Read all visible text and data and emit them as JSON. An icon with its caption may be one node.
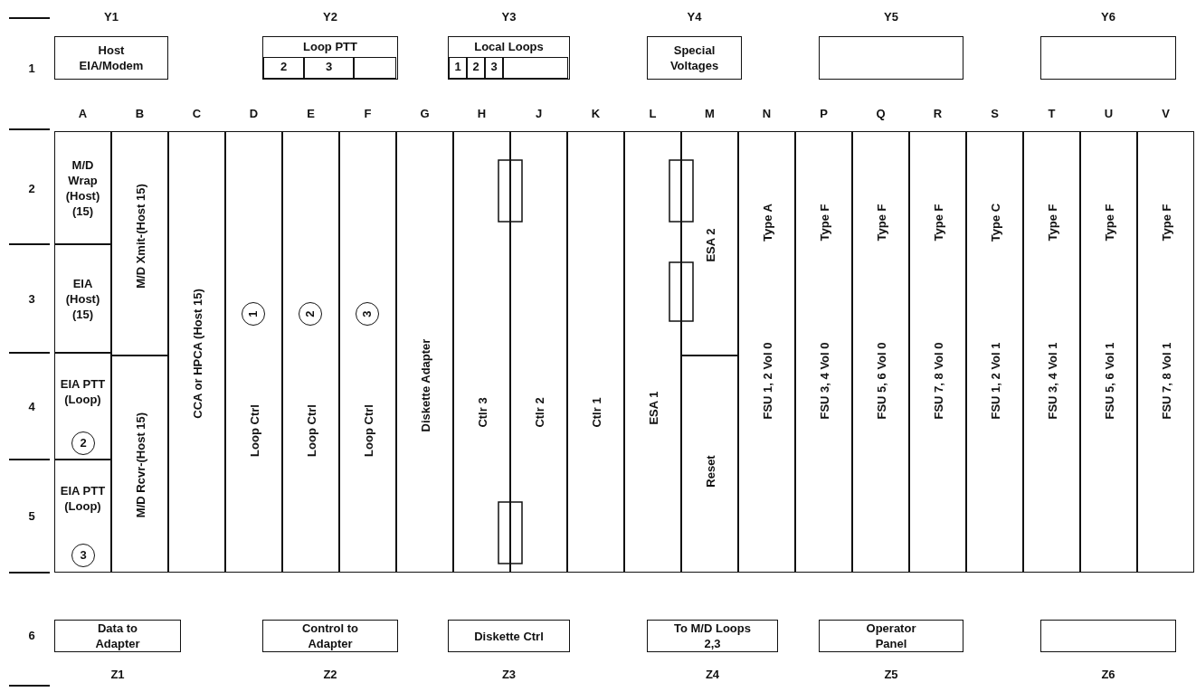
{
  "diagram": {
    "nodes": [
      {
        "text": [
          "Host EIA/Modem"
        ],
        "beside": [
          "Y1"
        ]
      },
      {
        "text": [
          "Loop PTT"
        ],
        "beside": [
          "Y2"
        ]
      },
      {
        "text": [
          "2"
        ],
        "in": 1
      },
      {
        "text": [
          "3"
        ],
        "in": 1
      },
      {
        "text": [],
        "shape": "box",
        "in": 1
      },
      {
        "text": [
          "Local Loops"
        ],
        "beside": [
          "Y3"
        ]
      },
      {
        "text": [
          "1"
        ],
        "in": 5
      },
      {
        "text": [
          "2"
        ],
        "in": 5
      },
      {
        "text": [
          "3"
        ],
        "in": 5
      },
      {
        "text": [],
        "shape": "box",
        "in": 5
      },
      {
        "text": [
          "Special Voltages"
        ],
        "beside": [
          "Y4"
        ]
      },
      {
        "text": [],
        "shape": "box",
        "beside": [
          "Y5"
        ]
      },
      {
        "text": [],
        "shape": "box",
        "beside": [
          "Y6"
        ]
      },
      {
        "text": [
          "M/D Wrap (Host) (15)"
        ]
      },
      {
        "text": [
          "EIA (Host) (15)"
        ]
      },
      {
        "text": [
          "EIA PTT (Loop)"
        ]
      },
      {
        "text": [
          "2"
        ],
        "in": 15
      },
      {
        "text": [
          "EIA PTT (Loop)"
        ]
      },
      {
        "text": [
          "3"
        ],
        "in": 17
      },
      {
        "text": [
          "M/D Xmit-(Host 15)"
        ]
      },
      {
        "text": [
          "M/D Rcvr-(Host 15)"
        ]
      },
      {
        "text": [
          "CCA or HPCA (Host 15)"
        ]
      },
      {
        "text": [
          "Loop Ctrl"
        ]
      },
      {
        "text": [
          "1"
        ],
        "in": 22
      },
      {
        "text": [
          "Loop Ctrl"
        ]
      },
      {
        "text": [
          "2"
        ],
        "in": 24
      },
      {
        "text": [
          "Loop Ctrl"
        ]
      },
      {
        "text": [
          "3"
        ],
        "in": 26
      },
      {
        "text": [
          "Diskette Adapter"
        ]
      },
      {
        "text": [
          "Ctlr 3"
        ]
      },
      {
        "text": [
          "Ctlr 2"
        ]
      },
      {
        "text": [
          "Ctlr 1"
        ]
      },
      {
        "text": [
          "ESA 1"
        ]
      },
      {
        "text": [
          "ESA 2"
        ]
      },
      {
        "text": [
          "Reset"
        ]
      },
      {
        "text": [
          "Type A",
          "FSU 1, 2 Vol 0"
        ]
      },
      {
        "text": [
          "Type F",
          "FSU 3, 4 Vol 0"
        ]
      },
      {
        "text": [
          "Type F",
          "FSU 5, 6 Vol 0"
        ]
      },
      {
        "text": [
          "Type F",
          "FSU 7, 8 Vol 0"
        ]
      },
      {
        "text": [
          "Type C",
          "FSU 1, 2 Vol 1"
        ]
      },
      {
        "text": [
          "Type F",
          "FSU 3, 4 Vol 1"
        ]
      },
      {
        "text": [
          "Type F",
          "FSU 5, 6 Vol 1"
        ]
      },
      {
        "text": [
          "Type F",
          "FSU 7, 8 Vol 1"
        ]
      },
      {
        "text": [
          "Data to Adapter"
        ],
        "beside": [
          "Z1"
        ]
      },
      {
        "text": [
          "Control to Adapter"
        ],
        "beside": [
          "Z2"
        ]
      },
      {
        "text": [
          "Diskette Ctrl"
        ],
        "beside": [
          "Z3"
        ]
      },
      {
        "text": [
          "To M/D Loops 2,3"
        ],
        "beside": [
          "Z4"
        ]
      },
      {
        "text": [
          "Operator Panel"
        ],
        "beside": [
          "Z5"
        ]
      },
      {
        "text": [],
        "shape": "box",
        "beside": [
          "Z6"
        ]
      }
    ],
    "labels": [
      "1",
      "A",
      "B",
      "C",
      "D",
      "E",
      "F",
      "G",
      "H",
      "J",
      "K",
      "L",
      "M",
      "N",
      "P",
      "Q",
      "R",
      "S",
      "T",
      "U",
      "V",
      "2",
      "3",
      "4",
      "5",
      "6"
    ]
  }
}
